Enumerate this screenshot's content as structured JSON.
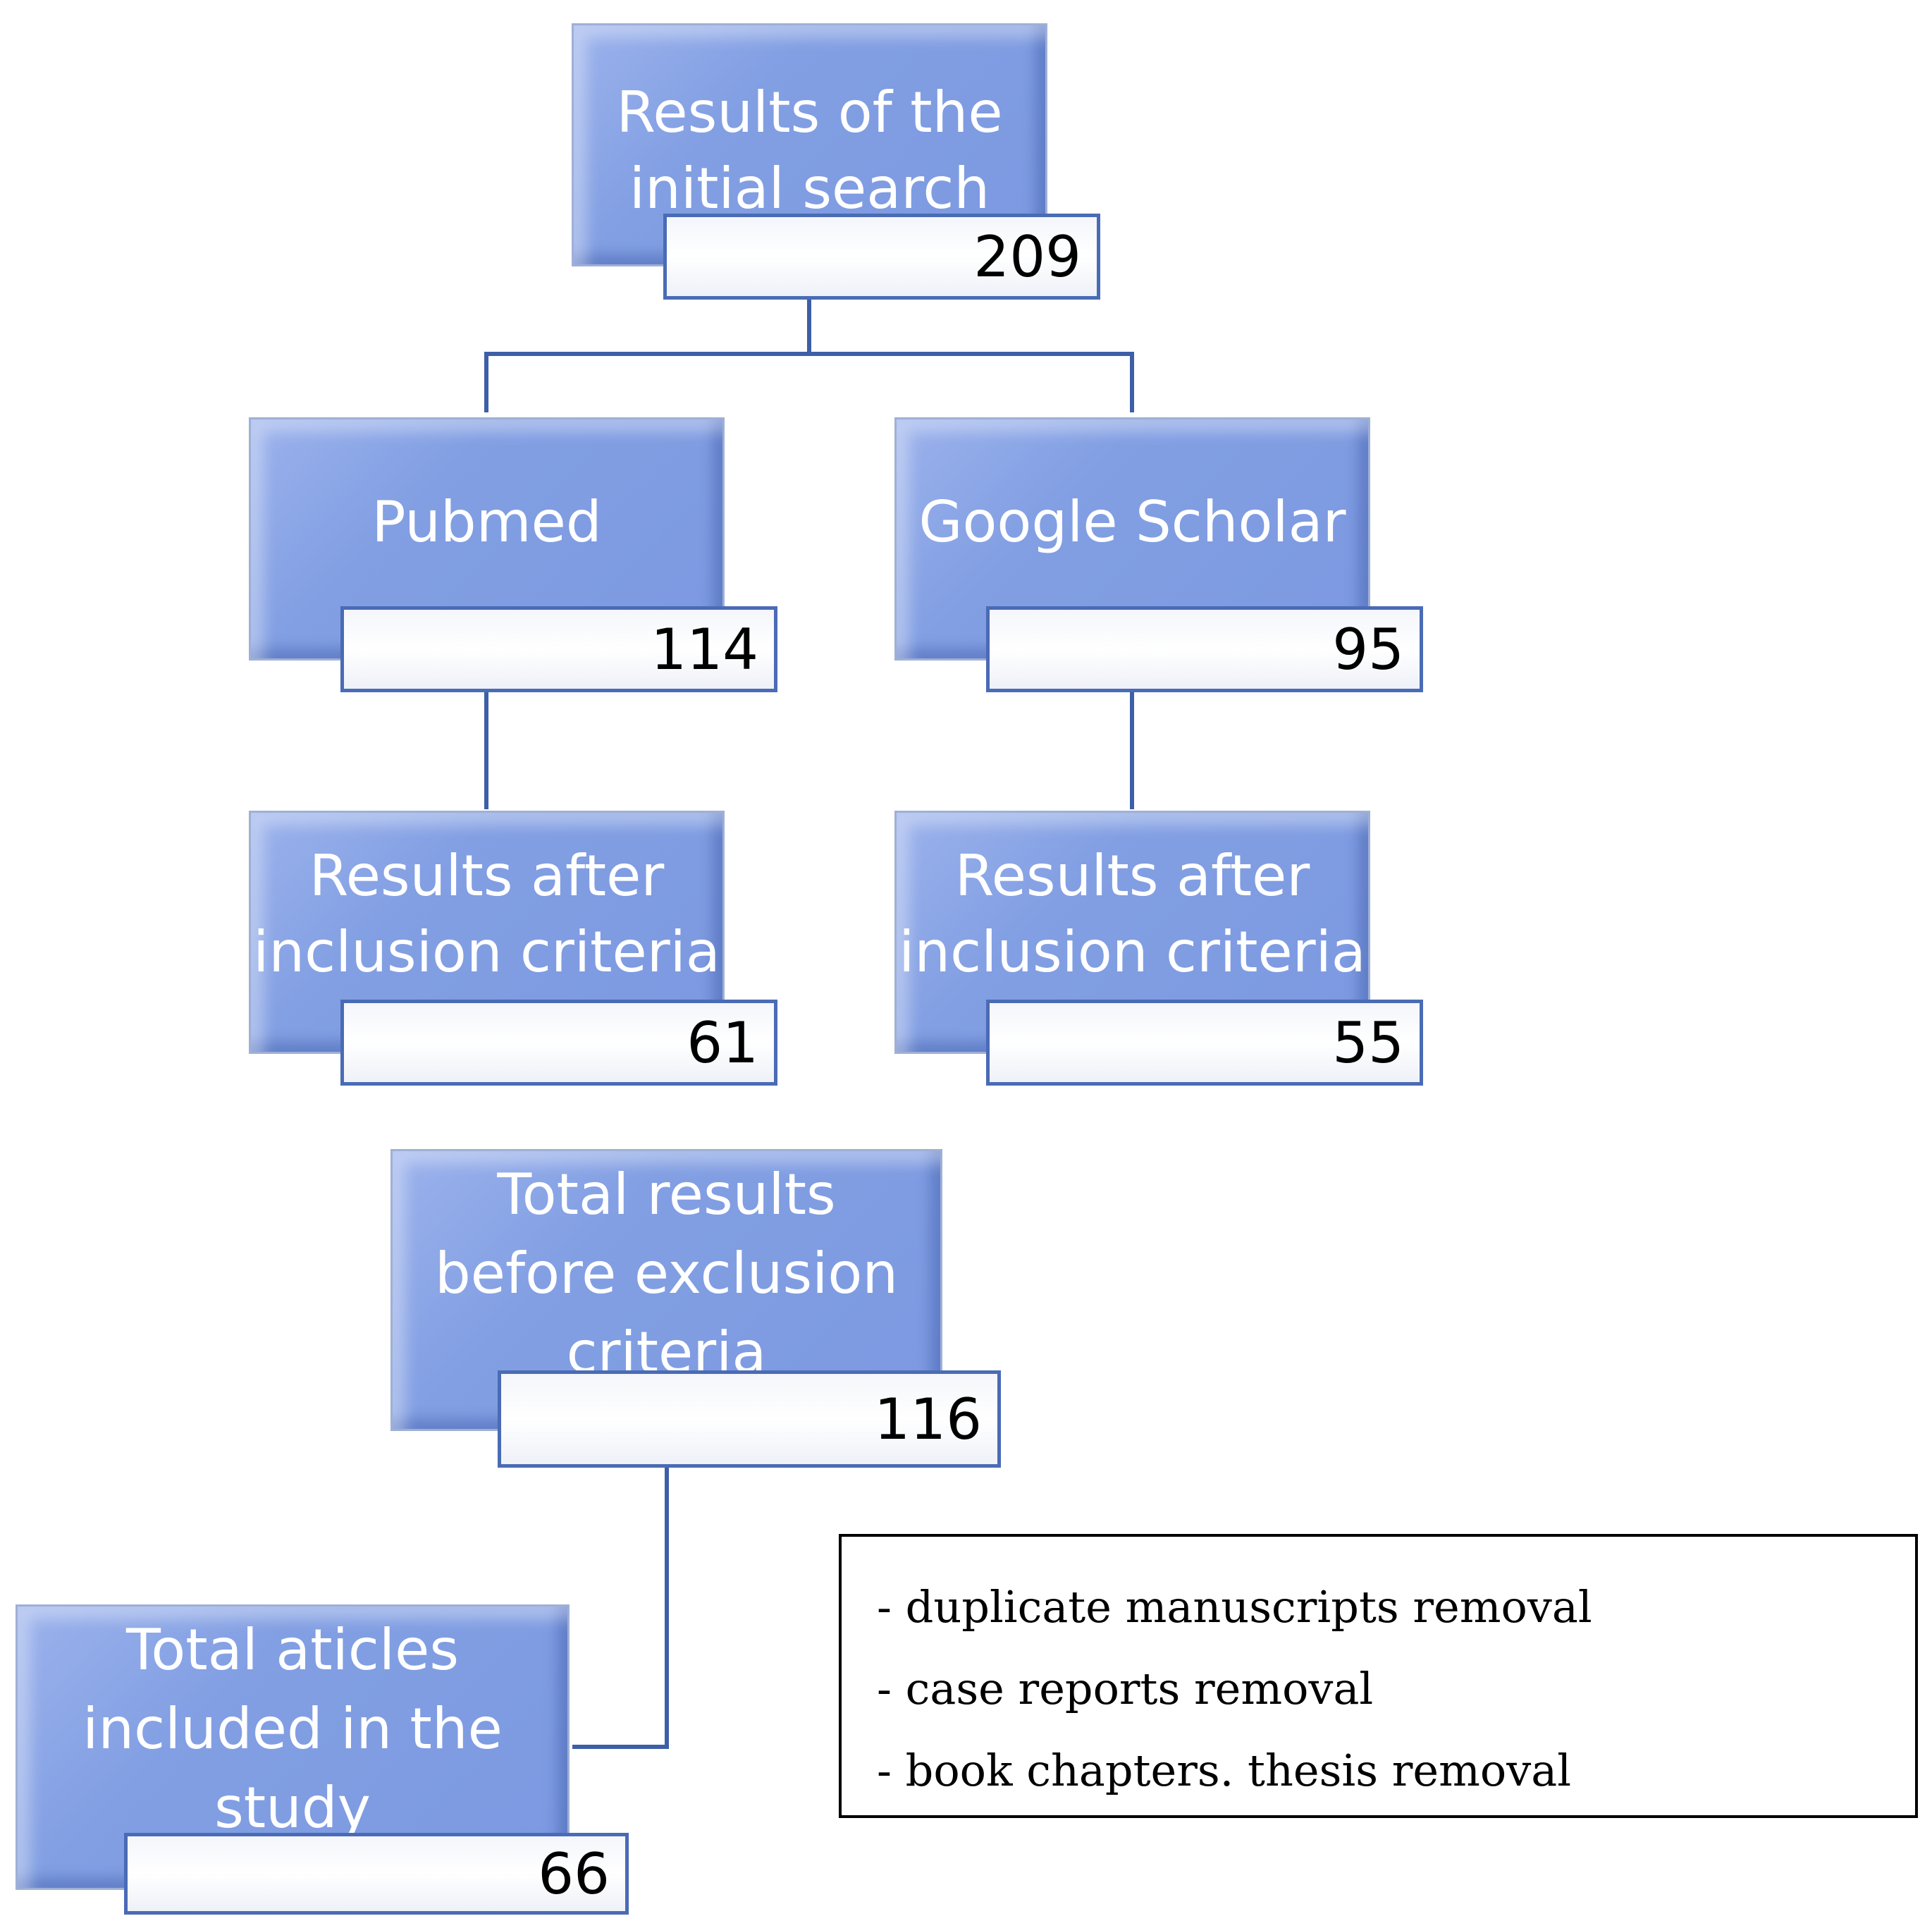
{
  "nodes": {
    "initial": {
      "label_lines": [
        "Results of the",
        "initial search"
      ],
      "count": "209"
    },
    "pubmed": {
      "label_lines": [
        "Pubmed"
      ],
      "count": "114"
    },
    "scholar": {
      "label_lines": [
        "Google Scholar"
      ],
      "count": "95"
    },
    "pubmed_incl": {
      "label_lines": [
        "Results after",
        "inclusion criteria"
      ],
      "count": "61"
    },
    "scholar_incl": {
      "label_lines": [
        "Results after",
        "inclusion criteria"
      ],
      "count": "55"
    },
    "total_before": {
      "label_lines": [
        "Total results",
        "before exclusion",
        "criteria"
      ],
      "count": "116"
    },
    "total_included": {
      "label_lines": [
        "Total aticles",
        "included in the",
        "study"
      ],
      "count": "66"
    }
  },
  "exclusion_notes": [
    "- duplicate manuscripts removal",
    "- case reports removal",
    "- book chapters. thesis removal"
  ],
  "colors": {
    "box_fill": "#7f9be2",
    "box_border": "#9fb0d6",
    "count_border": "#4a6bb5",
    "connector": "#3d5fa8"
  }
}
